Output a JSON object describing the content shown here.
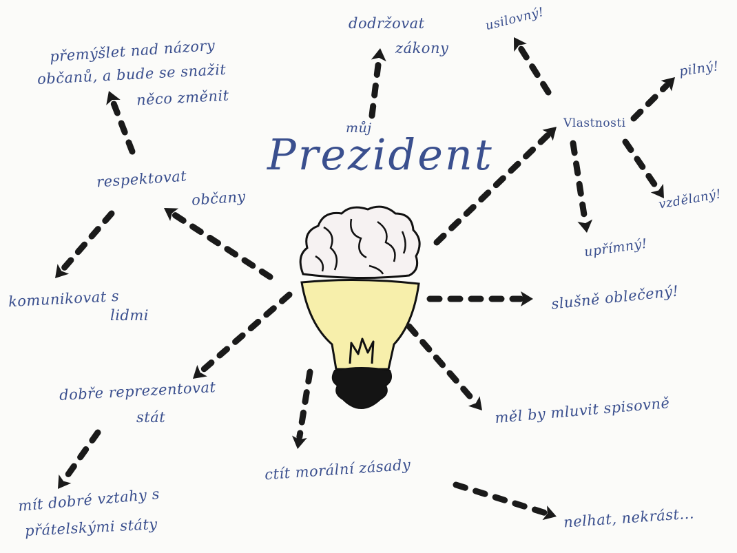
{
  "title": "Prezident",
  "central": {
    "icon": "lightbulb-with-brain-icon"
  },
  "colors": {
    "ink": "#3a4f8e",
    "arrow": "#1a1a1a",
    "bulb": "#f7efab"
  },
  "labels": {
    "muj": "můj",
    "dodrzovat_1": "dodržovat",
    "dodrzovat_2": "zákony",
    "usilovny": "usilovný!",
    "vlastnosti": "Vlastnosti",
    "pilny": "pilný!",
    "vzdelany": "vzdělaný!",
    "uprimny": "upřímný!",
    "premyslet_1": "přemýšlet nad názory",
    "premyslet_2": "občanů, a bude se snažit",
    "premyslet_3": "něco změnit",
    "respektovat_1": "respektovat",
    "respektovat_2": "občany",
    "komunikovat_1": "komunikovat s",
    "komunikovat_2": "lidmi",
    "slusne": "slušně oblečený!",
    "reprezentovat_1": "dobře reprezentovat",
    "reprezentovat_2": "stát",
    "mluvit": "měl by mluvit spisovně",
    "vztahy_1": "mít dobré vztahy s",
    "vztahy_2": "přátelskými státy",
    "zasady": "ctít morální zásady",
    "nelhat": "nelhat, nekrást..."
  }
}
